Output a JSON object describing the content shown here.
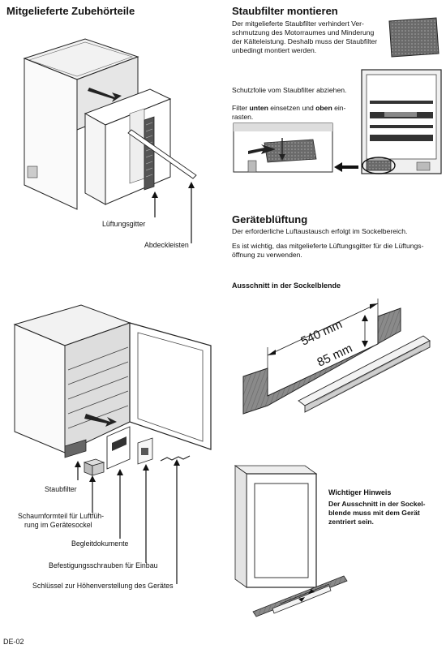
{
  "left": {
    "heading": "Mitgelieferte Zubehörteile",
    "top_labels": {
      "grille": "Lüftungsgitter",
      "strips": "Abdeckleisten"
    },
    "bottom_labels": {
      "filter": "Staubfilter",
      "foam": "Schaumformteil für Luftfüh-",
      "foam2": "rung im Gerätesockel",
      "docs": "Begleitdokumente",
      "screws": "Befestigungsschrauben für Einbau",
      "key": "Schlüssel zur Höhenverstellung des Gerätes"
    }
  },
  "right": {
    "filter_section": {
      "heading": "Staubfilter montieren",
      "intro_lines": [
        "Der mitgelieferte Staubfilter verhindert Ver-",
        "schmutzung des Motorraumes und Minderung",
        "der Kälteleistung. Deshalb muss der Staubfilter",
        "unbedingt montiert werden."
      ],
      "remove_foil": "Schutzfolie vom Staubfilter abziehen.",
      "insert_a": "Filter ",
      "insert_bold1": "unten",
      "insert_b": " einsetzen und ",
      "insert_bold2": "oben",
      "insert_c": " ein-",
      "insert_d": "rasten."
    },
    "ventilation": {
      "heading": "Geräteblüftung",
      "line1": "Der erforderliche Luftaustausch erfolgt im Sockelbereich.",
      "line2a": "Es ist wichtig, das mitgelieferte Lüftungsgitter für die Lüftungs-",
      "line2b": "öffnung zu verwenden.",
      "cutout_heading": "Ausschnitt in der Sockelblende",
      "dim_width": "540 mm",
      "dim_height": "85 mm"
    },
    "note": {
      "heading": "Wichtiger Hinweis",
      "lines": [
        "Der Ausschnitt in der Sockel-",
        "blende muss mit dem Gerät",
        "zentriert sein."
      ]
    }
  },
  "footer": {
    "page_code": "DE-02"
  }
}
